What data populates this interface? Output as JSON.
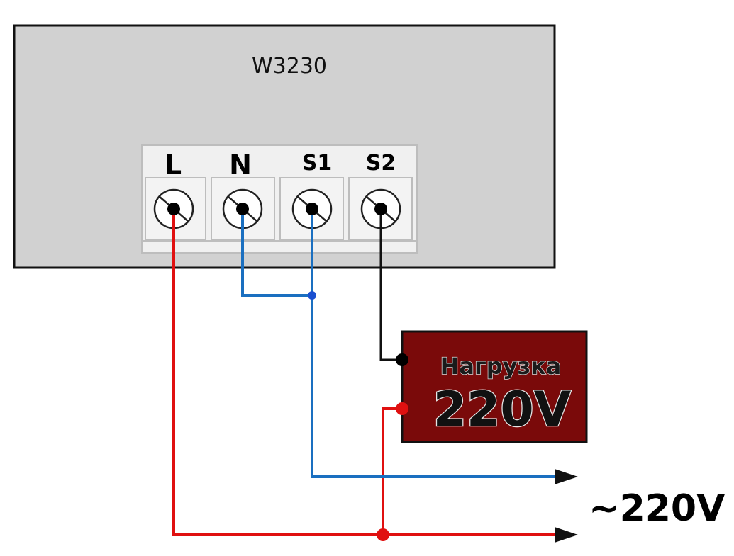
{
  "device": {
    "model": "W3230",
    "terminals": [
      {
        "id": "L",
        "label": "L"
      },
      {
        "id": "N",
        "label": "N"
      },
      {
        "id": "S1",
        "label": "S1"
      },
      {
        "id": "S2",
        "label": "S2"
      }
    ]
  },
  "load": {
    "title": "Нагрузка",
    "voltage": "220V"
  },
  "supply": {
    "label": "~220V"
  },
  "colors": {
    "device_body": "#d1d1d1",
    "terminal_strip": "#f0f0f0",
    "wire_phase": "#e01010",
    "wire_neutral": "#1a6fc0",
    "wire_load": "#111111",
    "load_box": "#7a0a0a"
  }
}
